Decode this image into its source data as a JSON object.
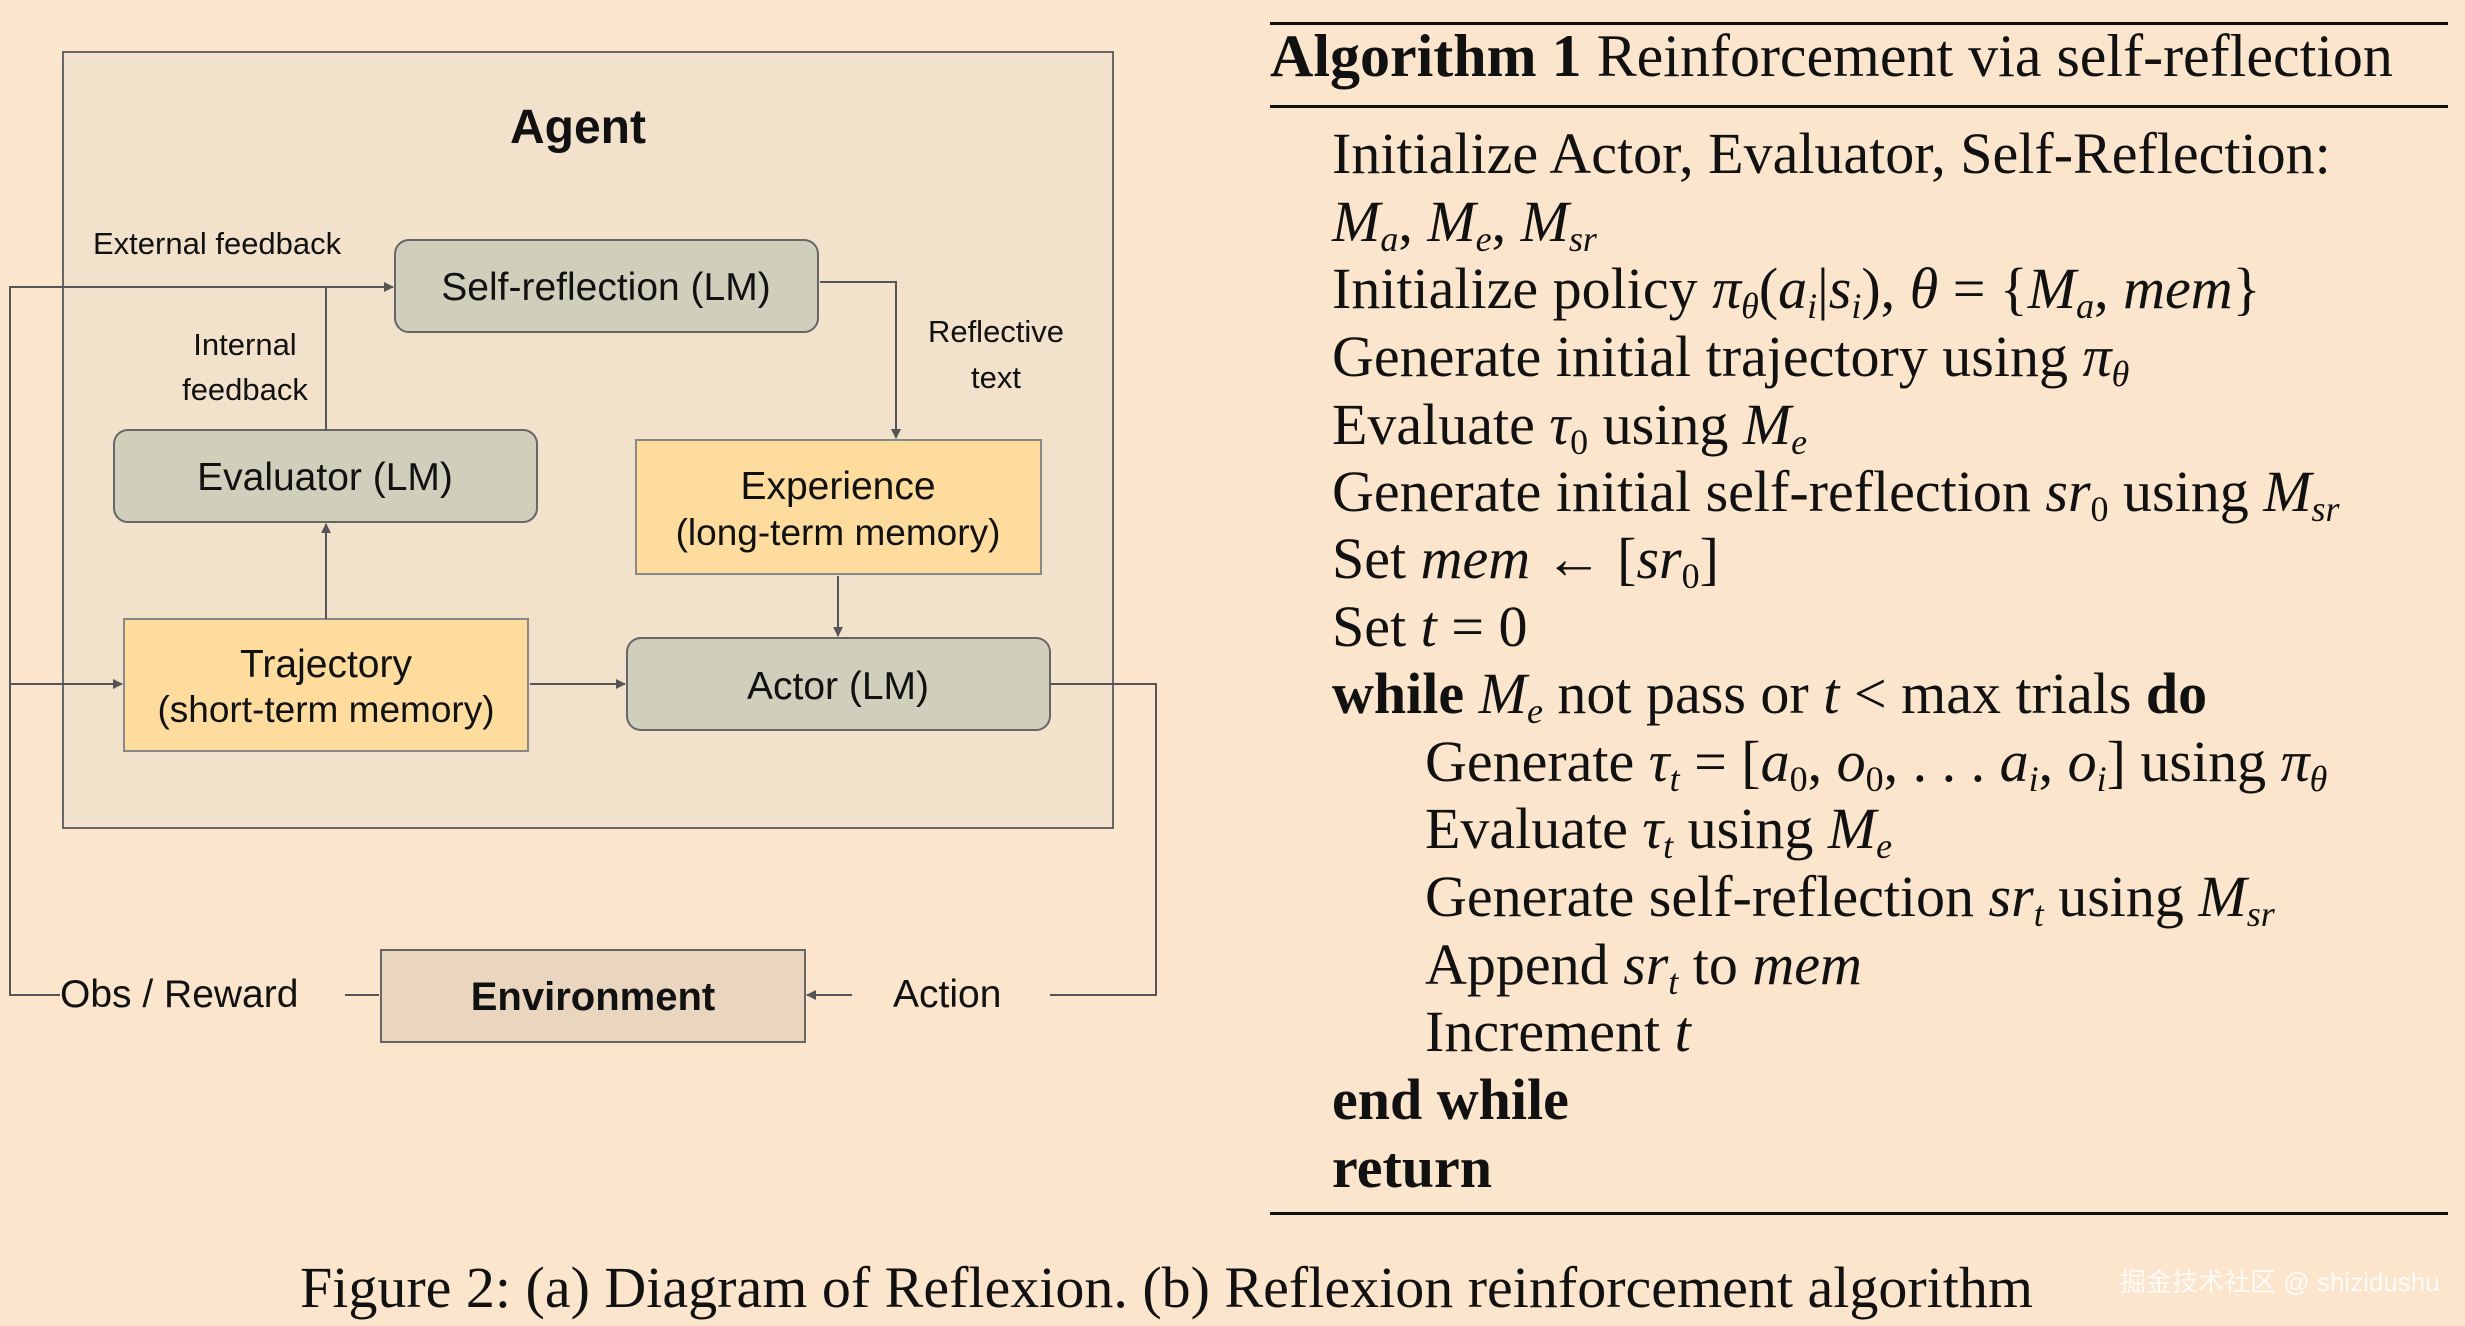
{
  "diagram": {
    "agent_label": "Agent",
    "self_reflection": "Self-reflection (LM)",
    "evaluator": "Evaluator (LM)",
    "experience_line1": "Experience",
    "experience_line2": "(long-term memory)",
    "trajectory_line1": "Trajectory",
    "trajectory_line2": "(short-term memory)",
    "actor": "Actor (LM)",
    "environment": "Environment",
    "external_feedback": "External feedback",
    "internal_feedback_line1": "Internal",
    "internal_feedback_line2": "feedback",
    "reflective_text_line1": "Reflective",
    "reflective_text_line2": "text",
    "obs_reward": "Obs / Reward",
    "action": "Action"
  },
  "algorithm": {
    "number": "Algorithm 1",
    "title": "Reinforcement via self-reflection",
    "lines": [
      {
        "id": "init-models",
        "html": "Initialize Actor, Evaluator, Self-Reflection:"
      },
      {
        "id": "init-models-2",
        "html": "<span class='m'>M<sub>a</sub></span>, <span class='m'>M<sub>e</sub></span>, <span class='m'>M<sub>sr</sub></span>"
      },
      {
        "id": "init-policy",
        "html": "Initialize policy <span class='m'>π<sub>θ</sub></span>(<span class='m'>a<sub>i</sub></span>|<span class='m'>s<sub>i</sub></span>), <span class='m'>θ</span> = {<span class='m'>M<sub>a</sub></span>, <span class='m'>mem</span>}"
      },
      {
        "id": "gen-traj",
        "html": "Generate initial trajectory using <span class='m'>π<sub>θ</sub></span>"
      },
      {
        "id": "eval-tau0",
        "html": "Evaluate <span class='m'>τ</span><sub>0</sub> using <span class='m'>M<sub>e</sub></span>"
      },
      {
        "id": "gen-sr0",
        "html": "Generate initial self-reflection <span class='m'>sr</span><sub>0</sub> using <span class='m'>M<sub>sr</sub></span>"
      },
      {
        "id": "set-mem",
        "html": "Set <span class='m'>mem</span> ← [<span class='m'>sr</span><sub>0</sub>]"
      },
      {
        "id": "set-t",
        "html": "Set <span class='m'>t</span> = 0"
      },
      {
        "id": "while",
        "html": "<span class='kw'>while</span> <span class='m'>M<sub>e</sub></span> not pass or <span class='m'>t</span> &lt; max trials <span class='kw'>do</span>"
      },
      {
        "id": "gen-taut",
        "html": "Generate <span class='m'>τ<sub>t</sub></span> = [<span class='m'>a</span><sub>0</sub>, <span class='m'>o</span><sub>0</sub>, . . . <span class='m'>a<sub>i</sub></span>, <span class='m'>o<sub>i</sub></span>] using <span class='m'>π<sub>θ</sub></span>"
      },
      {
        "id": "eval-taut",
        "html": "Evaluate <span class='m'>τ<sub>t</sub></span> using <span class='m'>M<sub>e</sub></span>"
      },
      {
        "id": "gen-srt",
        "html": "Generate self-reflection <span class='m'>sr<sub>t</sub></span> using <span class='m'>M<sub>sr</sub></span>"
      },
      {
        "id": "append",
        "html": "Append <span class='m'>sr<sub>t</sub></span> to <span class='m'>mem</span>"
      },
      {
        "id": "increment",
        "html": "Increment <span class='m'>t</span>"
      },
      {
        "id": "end-while",
        "html": "<span class='kw'>end while</span>"
      },
      {
        "id": "return",
        "html": "<span class='kw'>return</span>"
      }
    ]
  },
  "caption": "Figure 2: (a) Diagram of Reflexion. (b) Reflexion reinforcement algorithm",
  "watermark": "掘金技术社区 @ shizidushu",
  "colors": {
    "background": "#fbe5cc",
    "agent_box": "#f3e2cb",
    "lm_box": "#cfcfbc",
    "memory_box": "#fddc9e",
    "environment_box": "#ead6bf"
  }
}
